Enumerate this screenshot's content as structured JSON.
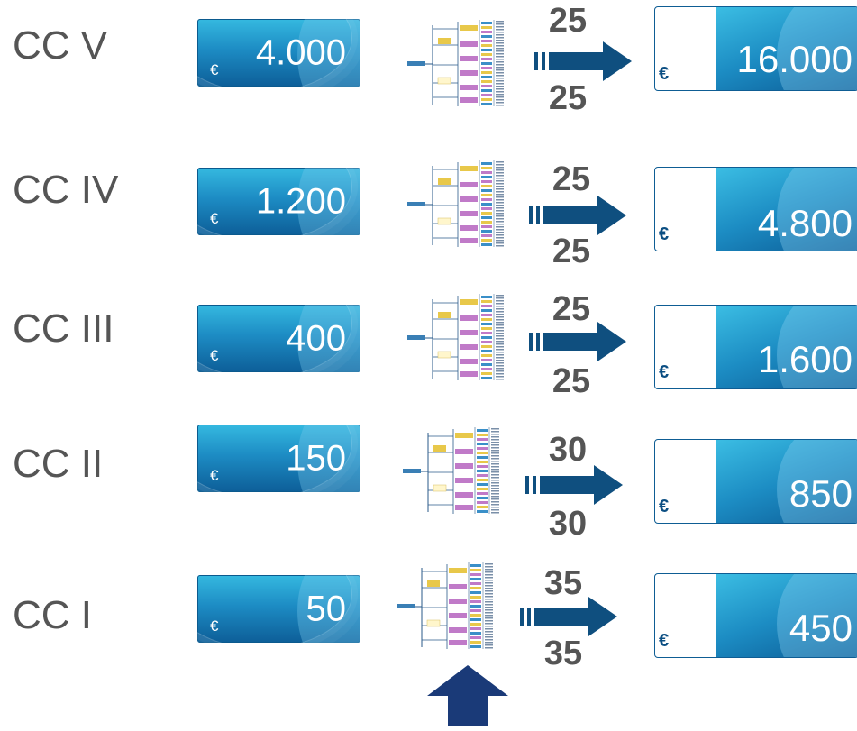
{
  "rows": [
    {
      "label": "CC V",
      "input": "4.000",
      "top_num": "25",
      "bottom_num": "25",
      "output": "16.000"
    },
    {
      "label": "CC IV",
      "input": "1.200",
      "top_num": "25",
      "bottom_num": "25",
      "output": "4.800"
    },
    {
      "label": "CC III",
      "input": "400",
      "top_num": "25",
      "bottom_num": "25",
      "output": "1.600"
    },
    {
      "label": "CC II",
      "input": "150",
      "top_num": "30",
      "bottom_num": "30",
      "output": "850"
    },
    {
      "label": "CC I",
      "input": "50",
      "top_num": "35",
      "bottom_num": "35",
      "output": "450"
    }
  ],
  "currency_symbol": "€",
  "colors": {
    "label_gray": "#555555",
    "arrow_blue": "#0f4f7f",
    "card_blue": "#1d8cc4",
    "bottom_arrow": "#1a3a78"
  }
}
